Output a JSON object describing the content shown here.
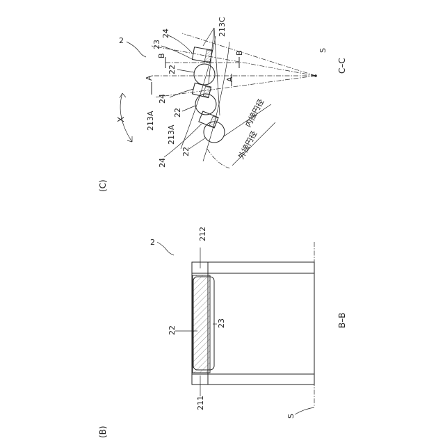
{
  "figure_b": {
    "caption": "(B)",
    "section": "B–B",
    "ref_2": "2",
    "ref_212": "212",
    "ref_22": "22",
    "ref_23": "23",
    "ref_211": "211",
    "ref_s": "S"
  },
  "figure_c": {
    "caption": "(C)",
    "section": "C–C",
    "ref_2": "2",
    "ref_213c": "213C",
    "ref_24_top": "24",
    "ref_23": "23",
    "ref_b_left": "B",
    "ref_b_right": "B",
    "ref_s": "S",
    "ref_22_top": "22",
    "ref_a_left": "A",
    "ref_a_right": "A",
    "ref_x": "X",
    "ref_24_mid": "24",
    "ref_213a_1": "213A",
    "ref_22_mid": "22",
    "ref_213a_2": "213A",
    "ref_24_bot": "24",
    "ref_22_bot": "22",
    "inner_circle_label": "内接円径",
    "outer_circle_label": "外接円径"
  }
}
